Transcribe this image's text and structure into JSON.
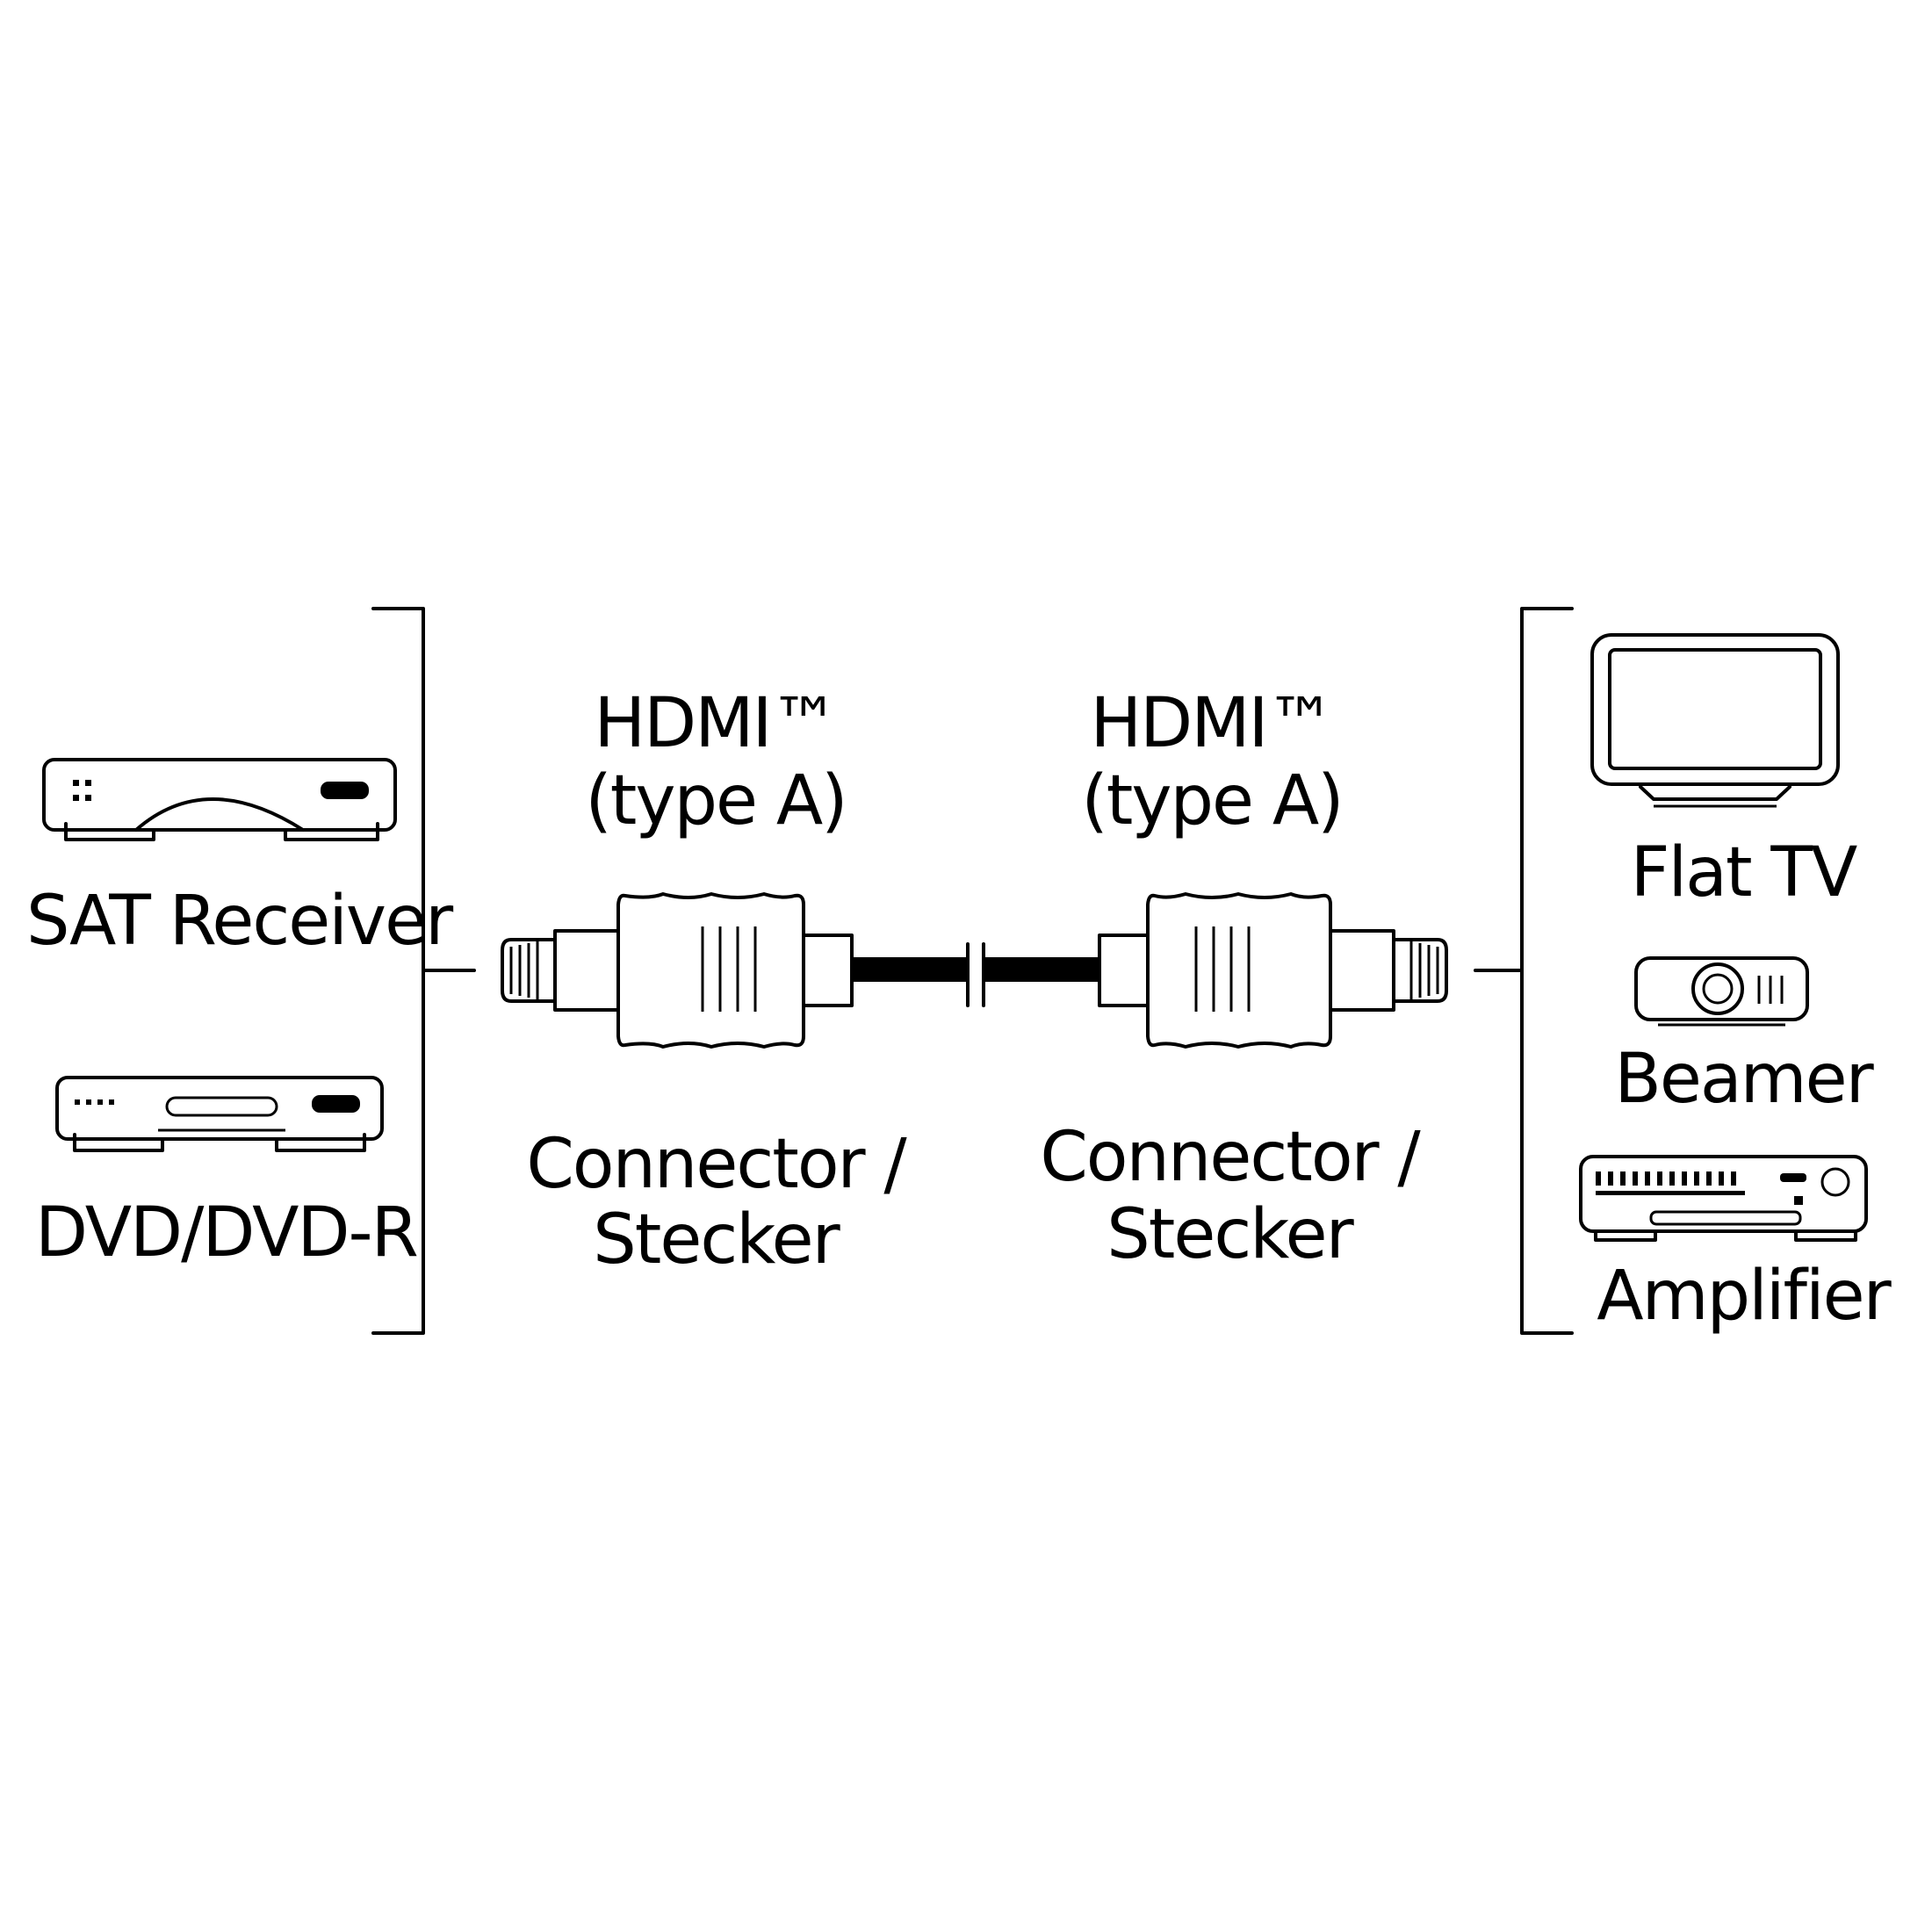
{
  "left_devices": {
    "sat_receiver": "SAT Receiver",
    "dvd": "DVD/DVD-R"
  },
  "connector_left": {
    "type_line1": "HDMI™",
    "type_line2": "(type A)",
    "label_line1": "Connector /",
    "label_line2": "Stecker"
  },
  "connector_right": {
    "type_line1": "HDMI™",
    "type_line2": "(type A)",
    "label_line1": "Connector /",
    "label_line2": "Stecker"
  },
  "right_devices": {
    "flat_tv": "Flat TV",
    "beamer": "Beamer",
    "amplifier": "Amplifier"
  },
  "colors": {
    "line": "#000000",
    "background": "#ffffff"
  }
}
